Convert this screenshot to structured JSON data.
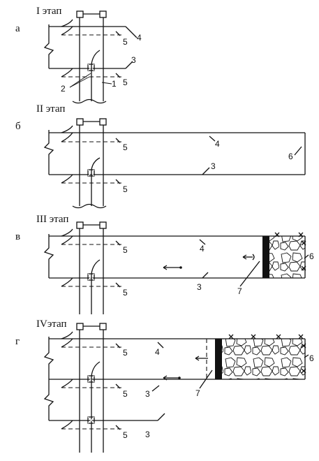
{
  "panels": [
    {
      "letter": "а",
      "title": "I этап"
    },
    {
      "letter": "б",
      "title": "II этап"
    },
    {
      "letter": "в",
      "title": "III этап"
    },
    {
      "letter": "г",
      "title": "IVэтап"
    }
  ],
  "labels": {
    "n1": "1",
    "n2": "2",
    "n3": "3",
    "n4": "4",
    "n5": "5",
    "n6": "6",
    "n7": "7"
  }
}
